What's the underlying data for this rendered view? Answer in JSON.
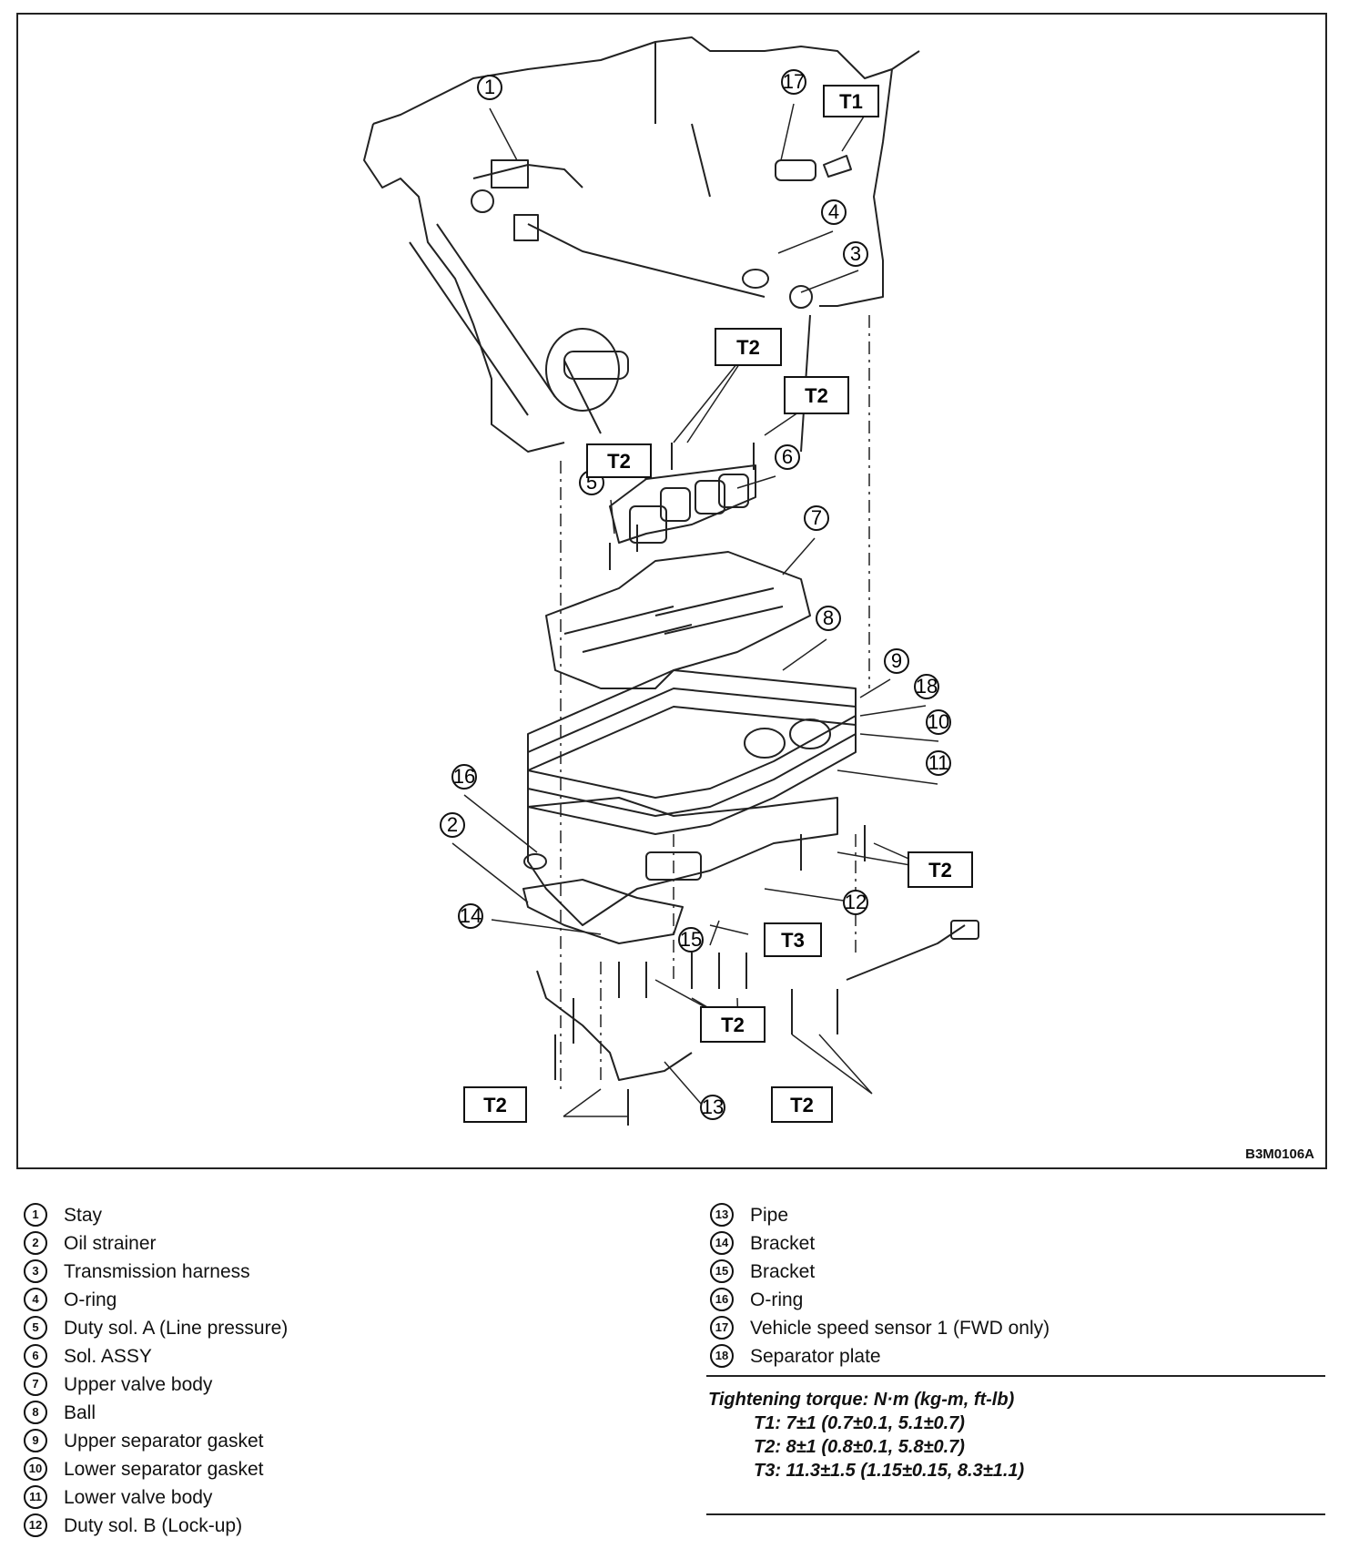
{
  "diagram": {
    "figure_id": "B3M0106A",
    "callouts": [
      {
        "id": "c1",
        "label": "①"
      },
      {
        "id": "c2",
        "label": "②"
      },
      {
        "id": "c3",
        "label": "③"
      },
      {
        "id": "c4",
        "label": "④"
      },
      {
        "id": "c5",
        "label": "⑤"
      },
      {
        "id": "c6",
        "label": "⑥"
      },
      {
        "id": "c7",
        "label": "⑦"
      },
      {
        "id": "c8",
        "label": "⑧"
      },
      {
        "id": "c9",
        "label": "⑨"
      },
      {
        "id": "c10",
        "label": "⑩"
      },
      {
        "id": "c11",
        "label": "⑪"
      },
      {
        "id": "c12",
        "label": "⑫"
      },
      {
        "id": "c13",
        "label": "⑬"
      },
      {
        "id": "c14",
        "label": "⑭"
      },
      {
        "id": "c15",
        "label": "⑮"
      },
      {
        "id": "c16",
        "label": "⑯"
      },
      {
        "id": "c17",
        "label": "⑰"
      },
      {
        "id": "c18",
        "label": "⑱"
      }
    ],
    "torque_labels": [
      {
        "id": "t1",
        "label": "T1"
      },
      {
        "id": "t2a",
        "label": "T2"
      },
      {
        "id": "t2b",
        "label": "T2"
      },
      {
        "id": "t2c",
        "label": "T2"
      },
      {
        "id": "t2d",
        "label": "T2"
      },
      {
        "id": "t3",
        "label": "T3"
      },
      {
        "id": "t2e",
        "label": "T2"
      },
      {
        "id": "t2f",
        "label": "T2"
      },
      {
        "id": "t2g",
        "label": "T2"
      }
    ]
  },
  "legend": {
    "left": [
      {
        "num": "1",
        "text": "Stay"
      },
      {
        "num": "2",
        "text": "Oil strainer"
      },
      {
        "num": "3",
        "text": "Transmission harness"
      },
      {
        "num": "4",
        "text": "O-ring"
      },
      {
        "num": "5",
        "text": "Duty sol. A (Line pressure)"
      },
      {
        "num": "6",
        "text": "Sol. ASSY"
      },
      {
        "num": "7",
        "text": "Upper valve body"
      },
      {
        "num": "8",
        "text": "Ball"
      },
      {
        "num": "9",
        "text": "Upper separator gasket"
      },
      {
        "num": "10",
        "text": "Lower separator gasket"
      },
      {
        "num": "11",
        "text": "Lower valve body"
      },
      {
        "num": "12",
        "text": "Duty sol. B (Lock-up)"
      }
    ],
    "right": [
      {
        "num": "13",
        "text": "Pipe"
      },
      {
        "num": "14",
        "text": "Bracket"
      },
      {
        "num": "15",
        "text": "Bracket"
      },
      {
        "num": "16",
        "text": "O-ring"
      },
      {
        "num": "17",
        "text": "Vehicle speed sensor 1 (FWD only)"
      },
      {
        "num": "18",
        "text": "Separator plate"
      }
    ]
  },
  "torque": {
    "title": "Tightening torque: N·m (kg-m, ft-lb)",
    "lines": [
      "T1: 7±1 (0.7±0.1, 5.1±0.7)",
      "T2: 8±1 (0.8±0.1, 5.8±0.7)",
      "T3: 11.3±1.5 (1.15±0.15, 8.3±1.1)"
    ]
  }
}
